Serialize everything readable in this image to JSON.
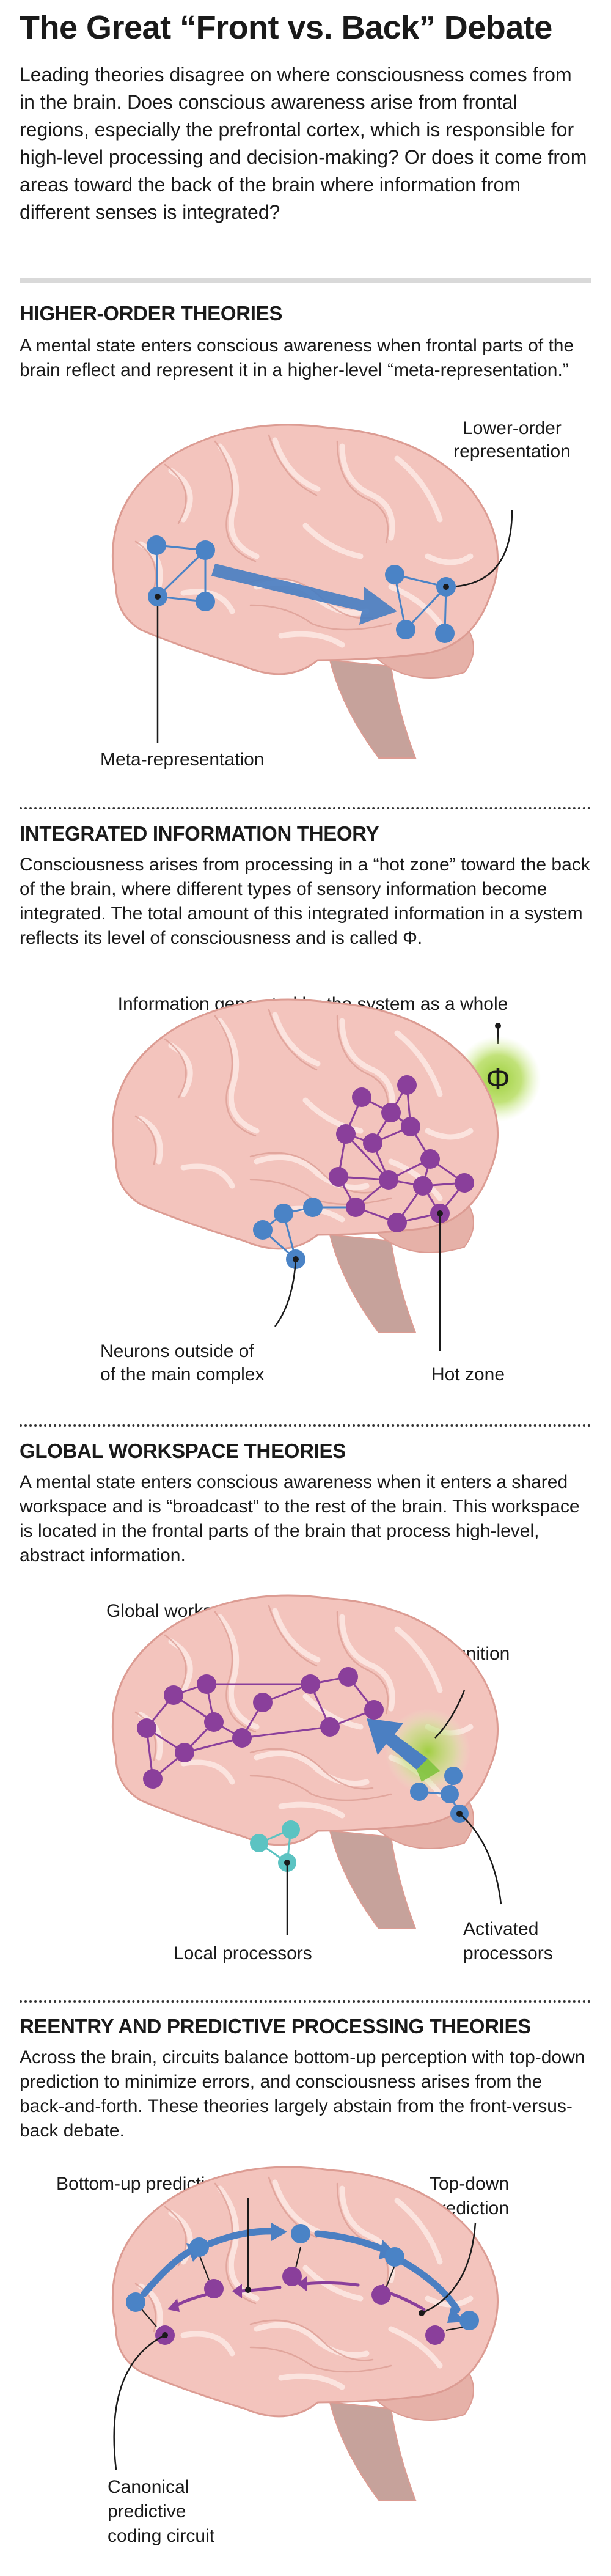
{
  "title": "The Great “Front vs. Back” Debate",
  "intro": "Leading theories disagree on where consciousness comes from in the brain. Does conscious awareness arise from frontal regions, especially the prefrontal cortex, which is responsible for high-level processing and decision-making? Or does it come from areas toward the back of the brain where information from different senses is integrated?",
  "sections": [
    {
      "heading": "HIGHER-ORDER THEORIES",
      "body": "A mental state enters conscious awareness when frontal parts of the brain reflect and represent it in a higher-level “meta-representation.”",
      "labels": {
        "lower_1": "Lower-order",
        "lower_2": "representation",
        "meta": "Meta-representation"
      }
    },
    {
      "heading": "INTEGRATED INFORMATION THEORY",
      "body": "Consciousness arises from processing in a “hot zone” toward the back of the brain, where different types of sensory information become integrated. The total amount of this integrated information in a system reflects its level of consciousness and is called Φ.",
      "labels": {
        "info": "Information generated by the system as a whole",
        "equals": "=",
        "phi": "Φ",
        "neurons_1": "Neurons outside of",
        "neurons_2": "of the main complex",
        "hot": "Hot zone"
      }
    },
    {
      "heading": "GLOBAL WORKSPACE THEORIES",
      "body": "A mental state enters conscious awareness when it enters a shared workspace and is “broadcast” to the rest of the brain. This workspace is located in the frontal parts of the brain that process high-level, abstract information.",
      "labels": {
        "global": "Global workspace",
        "ignition": "Ignition",
        "local": "Local processors",
        "activated_1": "Activated",
        "activated_2": "processors"
      }
    },
    {
      "heading": "REENTRY AND PREDICTIVE PROCESSING THEORIES",
      "body": "Across the brain, circuits balance bottom-up perception with top-down prediction to minimize errors, and consciousness arises from the back-and-forth. These theories largely abstain from the front-versus-back debate.",
      "labels": {
        "bottomup": "Bottom-up prediction error",
        "topdown_1": "Top-down",
        "topdown_2": "prediction",
        "canon_1": "Canonical",
        "canon_2": "predictive",
        "canon_3": "coding circuit"
      }
    }
  ],
  "colors": {
    "brain_fill": "#f3c4bd",
    "brain_fold": "#fbe3de",
    "brain_line": "#dc9c93",
    "stem": "#c6a29b",
    "cerebellum": "#e6b1a8",
    "blue_node": "#4a83c6",
    "purple_node": "#8a3f9b",
    "teal_node": "#5cc3c2",
    "arrow_blue": "#4b7fc2",
    "glow_green": "#9ccf3a",
    "rule_gray": "#d9d9d9"
  }
}
